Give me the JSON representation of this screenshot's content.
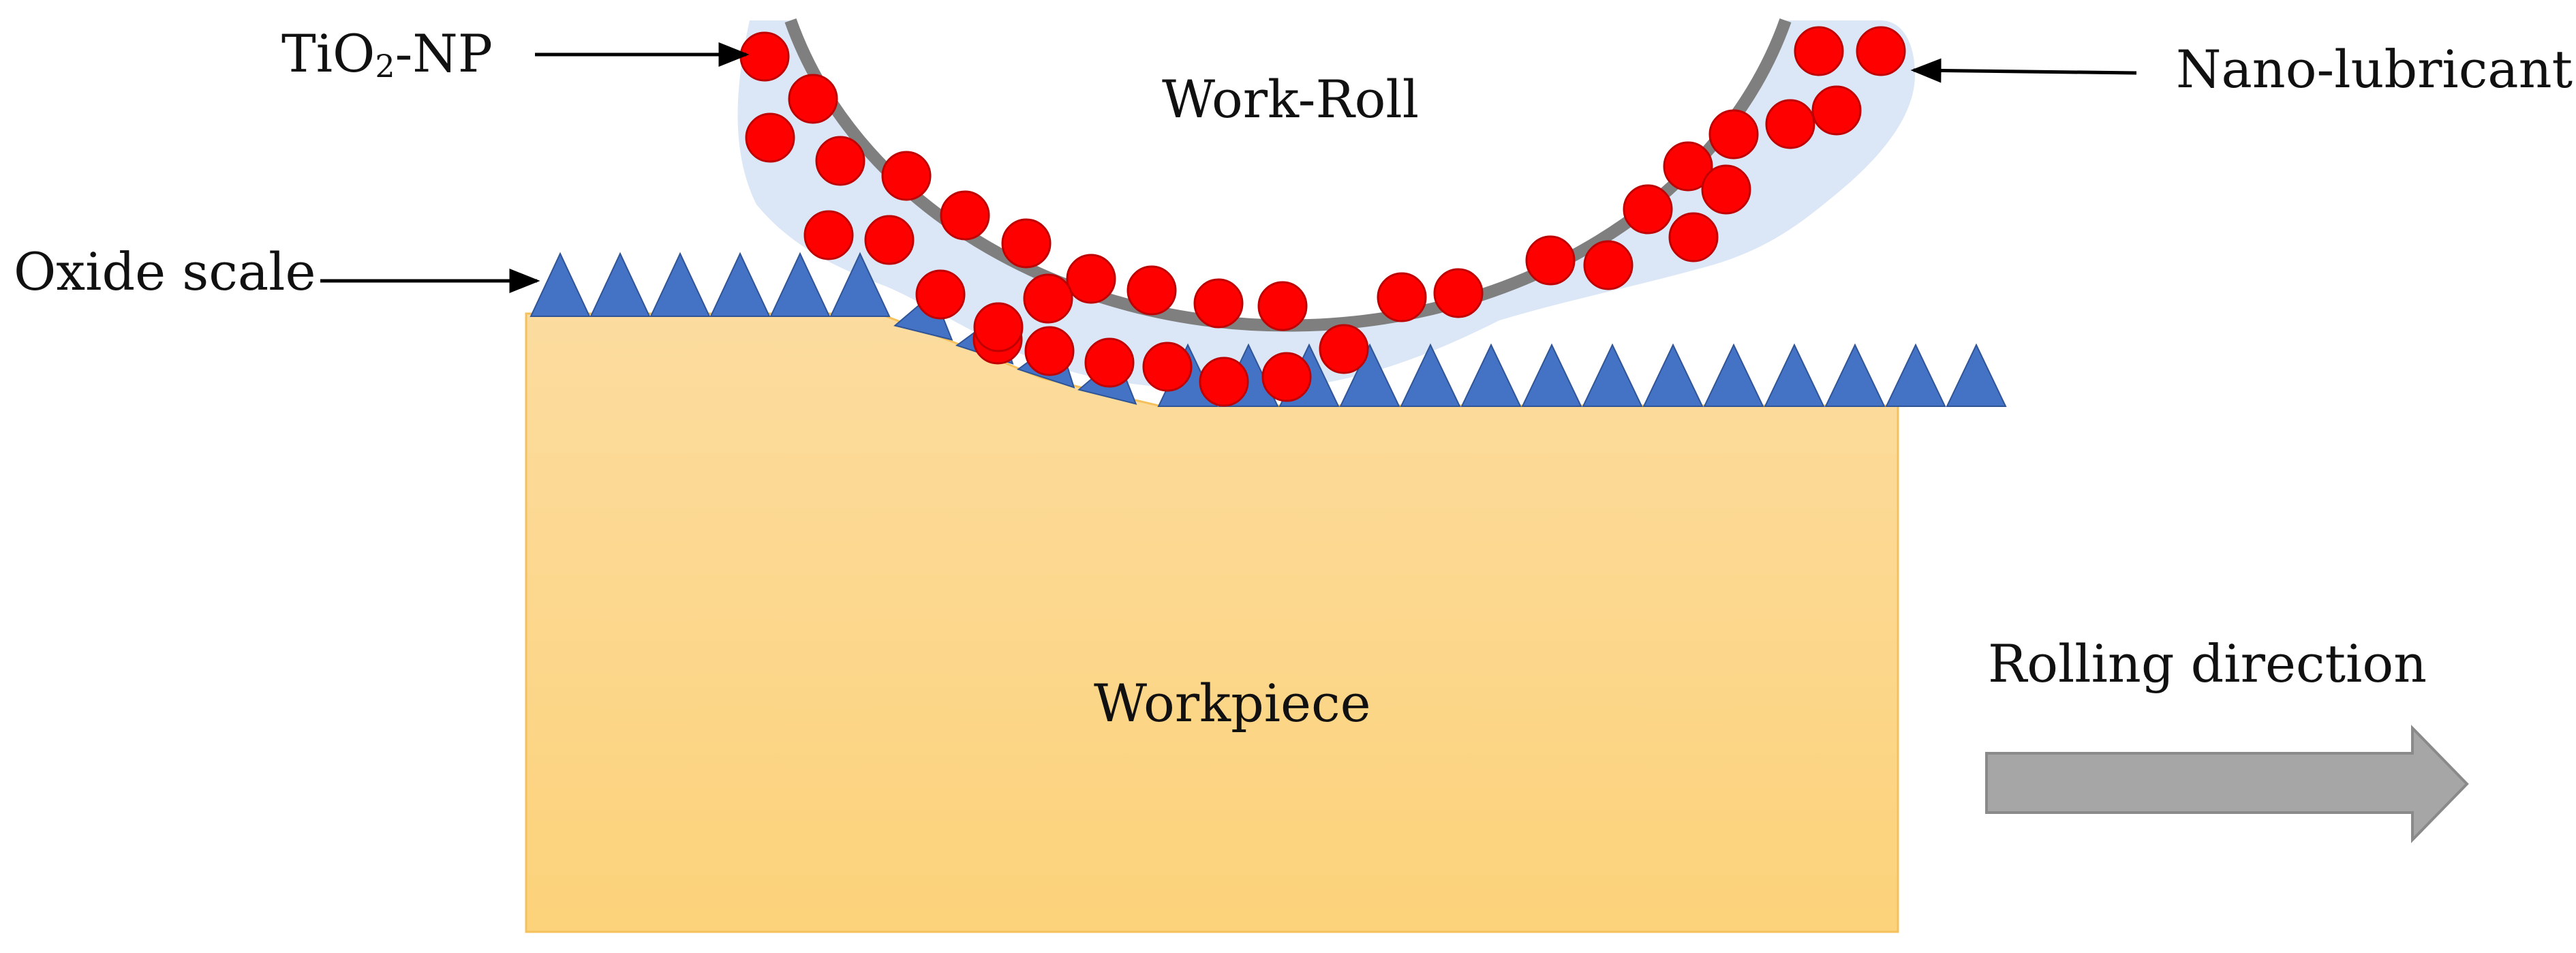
{
  "labels": {
    "tio2_prefix": "TiO",
    "tio2_sub": "2",
    "tio2_suffix": "-NP",
    "work_roll": "Work-Roll",
    "nano_lubricant": "Nano-lubricant",
    "oxide_scale": "Oxide scale",
    "workpiece": "Workpiece",
    "rolling_direction": "Rolling direction"
  },
  "colors": {
    "workpiece_top": "#fcdc9f",
    "workpiece_bottom": "#fcd27a",
    "workpiece_edge": "#f5c15c",
    "oxide": "#4472c4",
    "oxide_edge": "#2f5597",
    "lubricant": "#dbe7f6",
    "roll_rim": "#7f7f7f",
    "nanoparticle": "#ff0000",
    "nanoparticle_edge": "#c00000",
    "direction_arrow": "#a6a6a6",
    "direction_arrow_edge": "#8a8a8a",
    "pointer_arrow": "#000000"
  },
  "icons": {
    "nanoparticle": "red-circle",
    "oxide_scale": "blue-triangle",
    "rolling_direction": "gray-block-arrow-right"
  }
}
